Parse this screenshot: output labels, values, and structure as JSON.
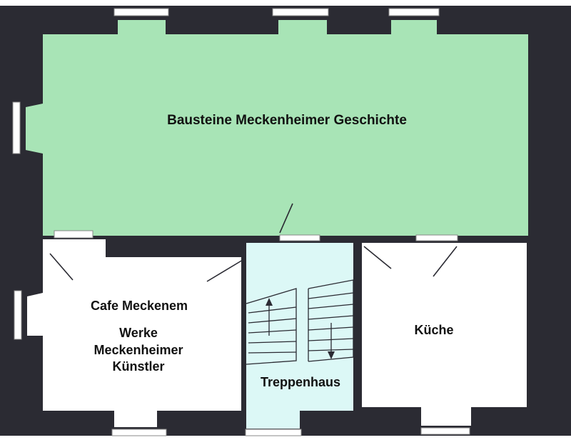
{
  "rooms": {
    "main_hall": {
      "label": "Bausteine Meckenheimer Geschichte"
    },
    "cafe": {
      "label": "Cafe Meckenem",
      "sublabel_lines": [
        "Werke",
        "Meckenheimer",
        "Künstler"
      ]
    },
    "stairs": {
      "label": "Treppenhaus"
    },
    "kitchen": {
      "label": "Küche"
    }
  },
  "colors": {
    "wall": "#2b2b33",
    "main_hall": "#a8e4b6",
    "stairs": "#dcf8f6",
    "room": "#ffffff",
    "window": "#ffffff",
    "line": "#2b2b33"
  }
}
